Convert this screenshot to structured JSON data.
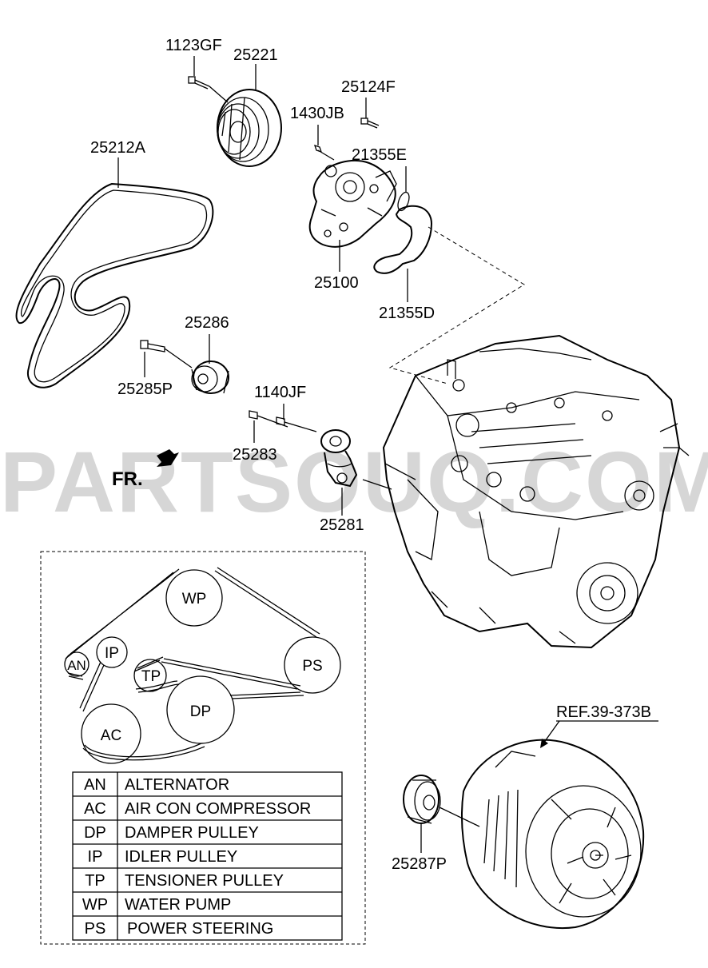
{
  "watermark": "PARTSOUQ.COM",
  "front_indicator": "FR.",
  "part_labels": {
    "p1123GF": "1123GF",
    "p25221": "25221",
    "p25124F": "25124F",
    "p1430JB": "1430JB",
    "p21355E": "21355E",
    "p25212A": "25212A",
    "p25100": "25100",
    "p21355D": "21355D",
    "p25286": "25286",
    "p25285P": "25285P",
    "p1140JF": "1140JF",
    "p25283": "25283",
    "p25281": "25281",
    "ref": "REF.39-373B",
    "p25287P": "25287P"
  },
  "belt_routing": {
    "pulleys": {
      "WP": "WP",
      "IP": "IP",
      "AN": "AN",
      "TP": "TP",
      "PS": "PS",
      "DP": "DP",
      "AC": "AC"
    }
  },
  "legend": [
    {
      "code": "AN",
      "name": "ALTERNATOR"
    },
    {
      "code": "AC",
      "name": "AIR CON COMPRESSOR"
    },
    {
      "code": "DP",
      "name": "DAMPER PULLEY"
    },
    {
      "code": "IP",
      "name": "IDLER PULLEY"
    },
    {
      "code": "TP",
      "name": "TENSIONER PULLEY"
    },
    {
      "code": "WP",
      "name": "WATER PUMP"
    },
    {
      "code": "PS",
      "name": "POWER STEERING"
    }
  ]
}
